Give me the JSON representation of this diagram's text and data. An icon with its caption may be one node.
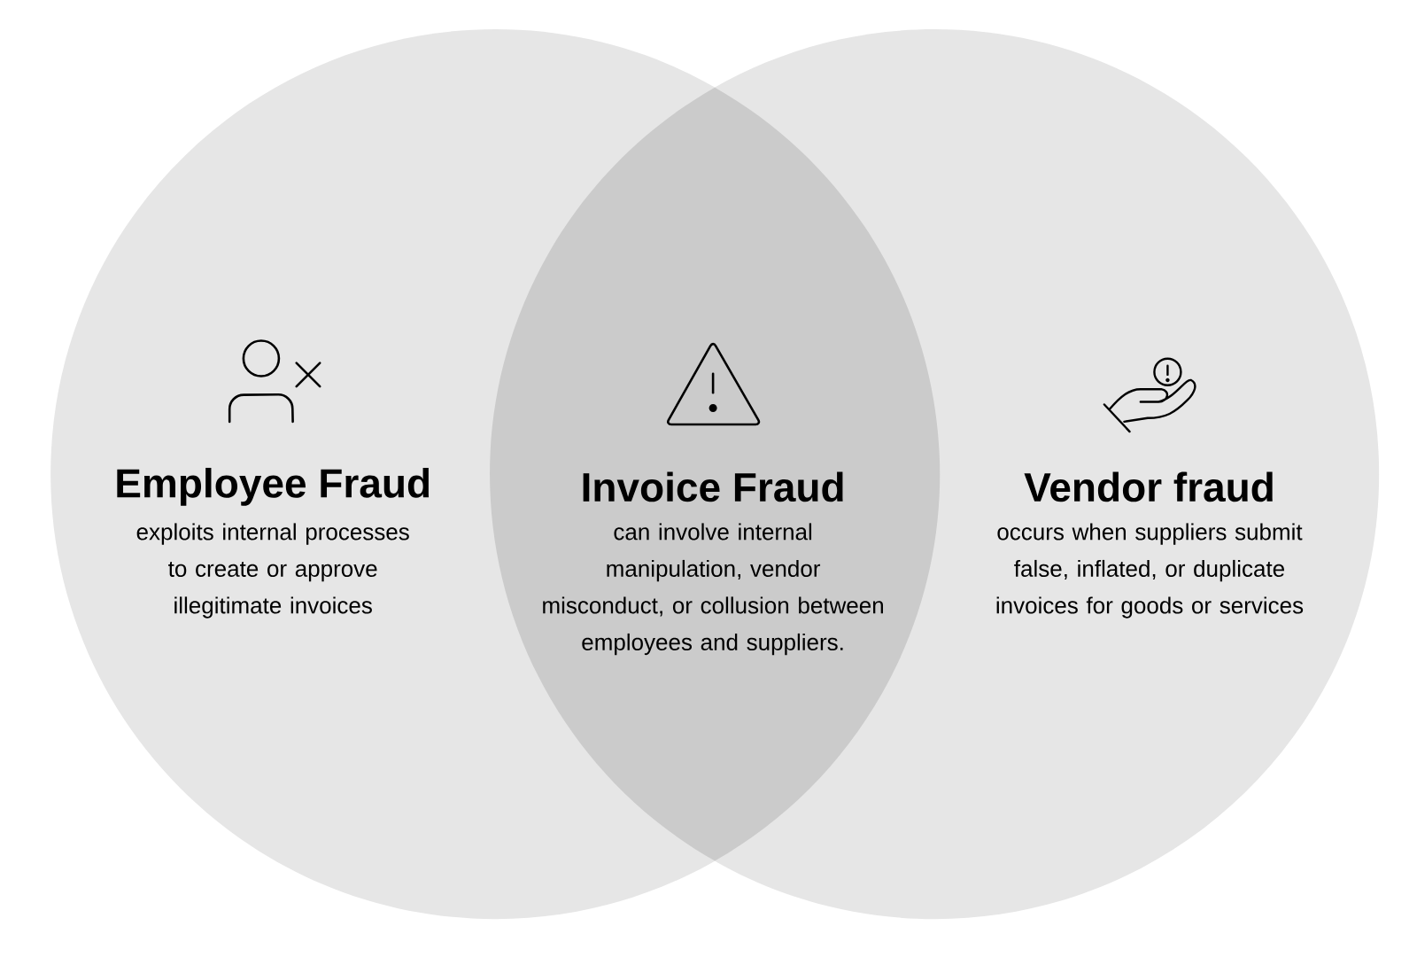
{
  "diagram": {
    "nodes": [
      {
        "text": [
          "Employee Fraud",
          "exploits internal processes to create or approve illegitimate invoices"
        ]
      },
      {
        "text": [
          "Invoice Fraud",
          "can involve internal manipulation, vendor misconduct, or collusion between employees and suppliers."
        ]
      },
      {
        "text": [
          "Vendor fraud",
          "occurs when suppliers submit false, inflated, or duplicate invoices for goods or services"
        ]
      }
    ]
  }
}
